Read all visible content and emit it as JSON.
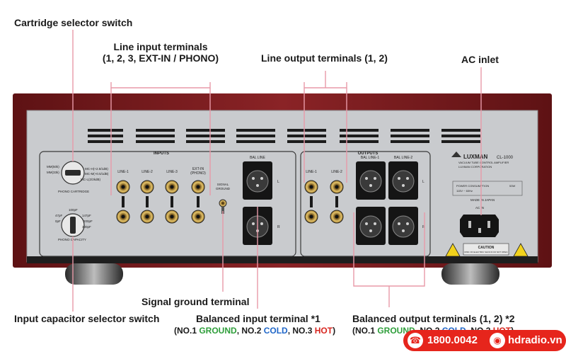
{
  "callouts": {
    "cartridge": "Cartridge selector switch",
    "line_in_1": "Line input terminals",
    "line_in_2": "(1, 2, 3, EXT-IN / PHONO)",
    "line_out": "Line output terminals (1, 2)",
    "ac_inlet": "AC inlet",
    "signal_ground": "Signal ground terminal",
    "input_cap": "Input capacitor selector switch",
    "bal_in_title": "Balanced input terminal *1",
    "bal_out_title": "Balanced output terminals (1, 2) *2",
    "pin": {
      "open": "(NO.1 ",
      "ground": "GROUND",
      "sep1": ", NO.2 ",
      "cold": "COLD",
      "sep2": ", NO.3 ",
      "hot": "HOT",
      "close": ")"
    }
  },
  "panel": {
    "inputs": "INPUTS",
    "outputs": "OUTPUTS",
    "line_labels": [
      "LINE-1",
      "LINE-2",
      "LINE-3",
      "EXT-IN"
    ],
    "ext_sub": "(PHONO)",
    "signal_ground": [
      "SIGNAL",
      "GROUND"
    ],
    "bal_line": "BAL LINE",
    "out_line_labels": [
      "LINE-1",
      "LINE-2"
    ],
    "bal_line_1": "BAL LINE-1",
    "bal_line_2": "BAL LINE-2",
    "cartridge_lines": [
      "MM(50k)",
      "MM(33k)",
      "MC-H(+2.5/1dB)",
      "MC-M(+0.5/1dB)",
      "MC-L(2/2kdB)"
    ],
    "phono_cartridge": "PHONO CARTRIDGE",
    "cap_lines": [
      "100pF",
      "47pF",
      "0pF",
      "147pF",
      "200pF",
      "300pF"
    ],
    "phono_capacity": "PHONO CAPACITY",
    "brand": "LUXMAN",
    "model": "CL-1000",
    "subtitle": "VACUUM TUBE CONTROL AMPLIFIER",
    "corp": "LUXMAN CORPORATION",
    "power": "POWER CONSUMPTION",
    "power_val": "53W",
    "voltage": "115V ~ 60Hz",
    "made_in": "MADE IN JAPAN",
    "ac_in": "AC IN",
    "caution": "CAUTION",
    "caution_sub": "RISK OF ELECTRIC SHOCK DO NOT OPEN",
    "side_l": "L",
    "side_r": "R"
  },
  "contact": {
    "phone": "1800.0042",
    "site": "hdradio.vn"
  },
  "colors": {
    "wood": "#7a1d1f",
    "panel": "#c9cbce",
    "accent_red": "#e6251c",
    "green": "#2e9e3a",
    "blue": "#1f66c8",
    "pink_line": "#e89aa8"
  }
}
